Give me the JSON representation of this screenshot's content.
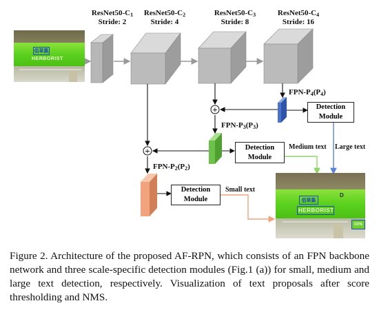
{
  "stages": [
    {
      "name": "ResNet50-C",
      "sub": "1",
      "stride": "Stride: 2"
    },
    {
      "name": "ResNet50-C",
      "sub": "2",
      "stride": "Stride: 4"
    },
    {
      "name": "ResNet50-C",
      "sub": "3",
      "stride": "Stride: 8"
    },
    {
      "name": "ResNet50-C",
      "sub": "4",
      "stride": "Stride: 16"
    }
  ],
  "fpn_labels": [
    {
      "pre": "FPN-P",
      "a": "4",
      "mid": "(P",
      "b": "4",
      "post": ")"
    },
    {
      "pre": "FPN-P",
      "a": "3",
      "mid": "(P",
      "b": "3",
      "post": ")"
    },
    {
      "pre": "FPN-P",
      "a": "2",
      "mid": "(P",
      "b": "2",
      "post": ")"
    }
  ],
  "detection_module": {
    "line1": "Detection",
    "line2": "Module"
  },
  "scale_labels": {
    "small": "Small text",
    "medium": "Medium text",
    "large": "Large text"
  },
  "input_image": {
    "sign_text": "HERBORIST",
    "chinese_text": "佰草集"
  },
  "output_image": {
    "sign_text": "HERBORIST",
    "chinese_text": "佰草集",
    "side_text": "D",
    "small_box_text": "CITS"
  },
  "plus_symbol": "+",
  "colors": {
    "p4": "#4a73c9",
    "p3": "#6cc24a",
    "p2": "#f0a37d",
    "large_arrow": "#5b84d6",
    "medium_arrow": "#8fd46a",
    "small_arrow": "#f0a37d",
    "block": "#b9b9b9"
  },
  "caption": "Figure 2. Architecture of the proposed AF-RPN, which consists of an FPN backbone network and three scale-specific detection modules (Fig.1 (a)) for small, medium and large text detection, respectively. Visualization of text proposals after score thresholding and NMS."
}
